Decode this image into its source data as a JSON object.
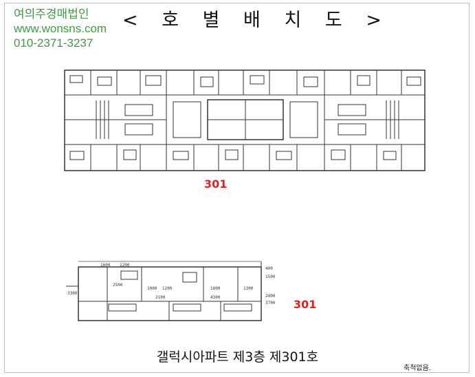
{
  "company": {
    "name": "여의주경매법인",
    "website": "www.wonsns.com",
    "phone": "010-2371-3237"
  },
  "title": "< 호 별 배 치 도 >",
  "floor_plan": {
    "unit_label": "301"
  },
  "unit_plan": {
    "unit_label": "301",
    "dimensions": [
      "1600",
      "1200",
      "2500",
      "1000",
      "1200",
      "1800",
      "1300",
      "2100",
      "4300",
      "3300",
      "2400",
      "3700",
      "1500",
      "400"
    ]
  },
  "caption": "갤럭시아파트 제3층 제301호",
  "note": "축척없음."
}
